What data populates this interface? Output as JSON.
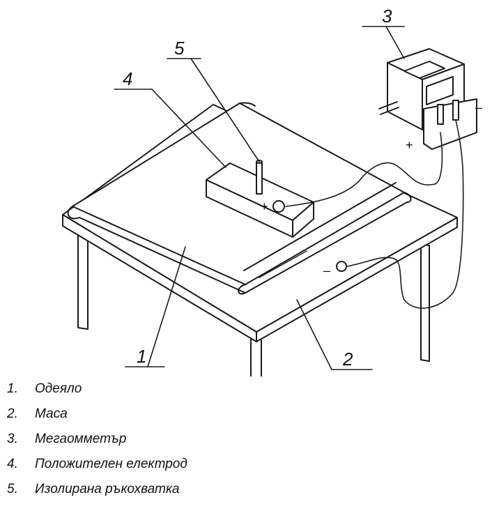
{
  "callouts": {
    "c1": "1",
    "c2": "2",
    "c3": "3",
    "c4": "4",
    "c5": "5"
  },
  "signs": {
    "meter_minus": "–",
    "meter_plus": "+",
    "electrode_plus": "+",
    "table_minus": "–"
  },
  "legend": [
    {
      "num": "1.",
      "text": "Одеяло"
    },
    {
      "num": "2.",
      "text": "Маса"
    },
    {
      "num": "3.",
      "text": "Мегаомметър"
    },
    {
      "num": "4.",
      "text": "Положителен електрод"
    },
    {
      "num": "5.",
      "text": "Изолирана ръкохватка"
    }
  ],
  "colors": {
    "ink": "#1a1a1a",
    "paper": "#ffffff"
  }
}
